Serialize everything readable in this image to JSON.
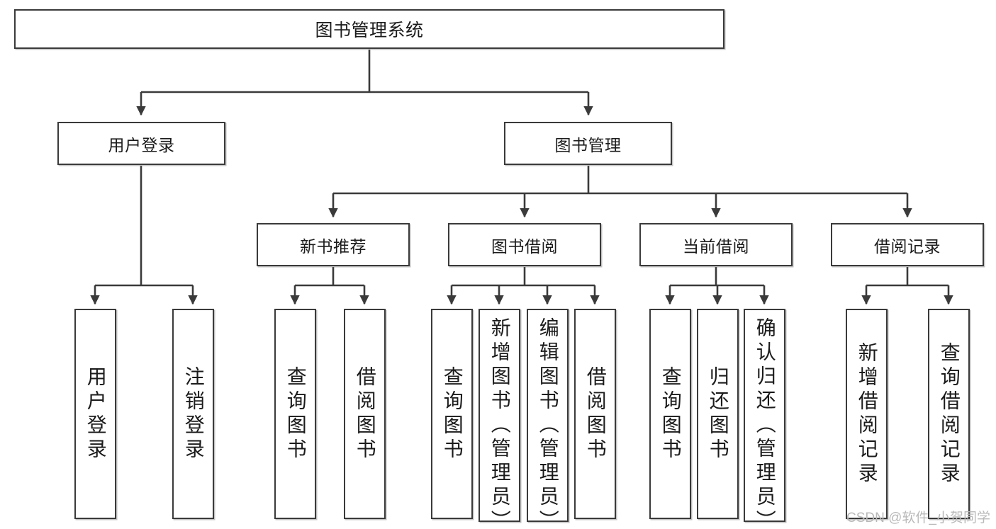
{
  "diagram": {
    "type": "tree",
    "title": "图书管理系统",
    "colors": {
      "box_border": "#3a3a3a",
      "box_fill": "#ffffff",
      "text": "#1b1b1b",
      "edge": "#3a3a3a",
      "watermark": "#b9b9b9"
    },
    "root": {
      "label": "图书管理系统"
    },
    "level1": [
      {
        "label": "用户登录"
      },
      {
        "label": "图书管理"
      }
    ],
    "level2": [
      {
        "label": "新书推荐"
      },
      {
        "label": "图书借阅"
      },
      {
        "label": "当前借阅"
      },
      {
        "label": "借阅记录"
      }
    ],
    "leaves": {
      "user_login": [
        {
          "label": "用户登录"
        },
        {
          "label": "注销登录"
        }
      ],
      "new_book_recommend": [
        {
          "label": "查询图书"
        },
        {
          "label": "借阅图书"
        }
      ],
      "book_borrow": [
        {
          "label": "查询图书"
        },
        {
          "label": "新增图书（管理员）"
        },
        {
          "label": "编辑图书（管理员）"
        },
        {
          "label": "借阅图书"
        }
      ],
      "current_borrow": [
        {
          "label": "查询图书"
        },
        {
          "label": "归还图书"
        },
        {
          "label": "确认归还（管理员）"
        }
      ],
      "borrow_records": [
        {
          "label": "新增借阅记录"
        },
        {
          "label": "查询借阅记录"
        }
      ]
    },
    "watermark": "CSDN @软件_小贺同学"
  }
}
